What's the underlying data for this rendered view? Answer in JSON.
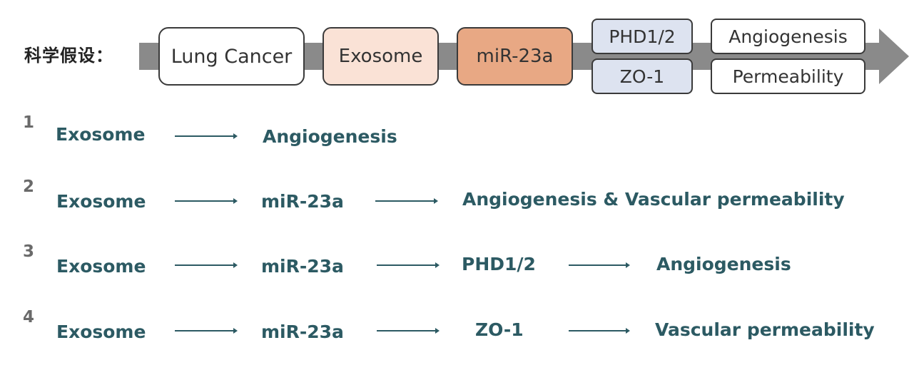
{
  "header": {
    "heading": "科学假设：",
    "boxes": {
      "lung_cancer": "Lung Cancer",
      "exosome": "Exosome",
      "mirna": "miR-23a",
      "phd": "PHD1/2",
      "zo1": "ZO-1",
      "angiogenesis": "Angiogenesis",
      "permeability": "Permeability"
    }
  },
  "hypotheses": [
    {
      "number": "1",
      "nodes": [
        "Exosome",
        "Angiogenesis"
      ]
    },
    {
      "number": "2",
      "nodes": [
        "Exosome",
        "miR-23a",
        "Angiogenesis & Vascular permeability"
      ]
    },
    {
      "number": "3",
      "nodes": [
        "Exosome",
        "miR-23a",
        "PHD1/2",
        "Angiogenesis"
      ]
    },
    {
      "number": "4",
      "nodes": [
        "Exosome",
        "miR-23a",
        "ZO-1",
        "Vascular permeability"
      ]
    }
  ],
  "colors": {
    "text_teal": "#2c5a63",
    "band_gray": "#8a8a8a",
    "exosome_fill": "#fae2d6",
    "mirna_fill": "#e8a884",
    "target_fill": "#dde3f0"
  }
}
